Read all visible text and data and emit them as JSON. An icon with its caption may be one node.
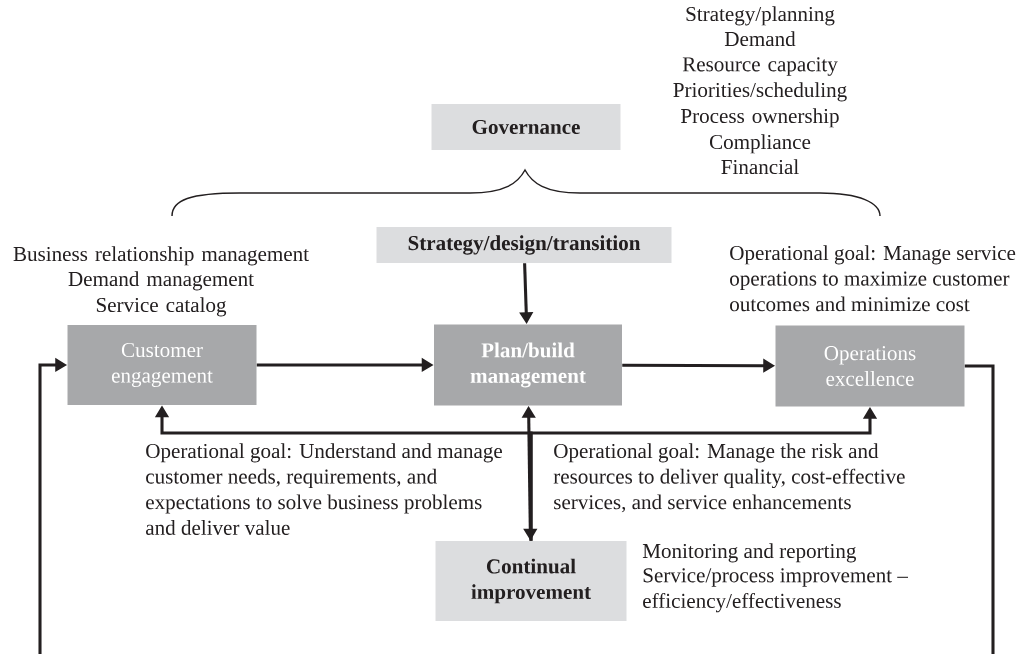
{
  "diagram": {
    "nodes": [
      {
        "text": [
          "Governance"
        ],
        "beside": [
          "Strategy/planning",
          "Demand",
          "Resource capacity",
          "Priorities/scheduling",
          "Process ownership",
          "Compliance",
          "Financial"
        ]
      },
      {
        "text": [
          "Strategy/design/transition"
        ]
      },
      {
        "text": [
          "Customer engagement"
        ],
        "beside": [
          "Business relationship management",
          "Demand management",
          "Service catalog"
        ]
      },
      {
        "text": [
          "Plan/build management"
        ]
      },
      {
        "text": [
          "Operations excellence"
        ]
      },
      {
        "text": [
          "Continual improvement"
        ],
        "beside": [
          "Monitoring and reporting",
          "Service/process improvement – efficiency/effectiveness"
        ]
      }
    ],
    "edges": [
      {
        "from": 1,
        "to": 3,
        "arrow": "to"
      },
      {
        "from": 2,
        "to": 3,
        "arrow": "to"
      },
      {
        "from": 3,
        "to": 4,
        "arrow": "to"
      },
      {
        "from": 4,
        "to": 2,
        "arrow": "to"
      },
      {
        "from": 3,
        "to": 5,
        "arrow": "both"
      },
      {
        "from": 5,
        "to": 2,
        "arrow": "to"
      },
      {
        "from": 5,
        "to": 4,
        "arrow": "to"
      }
    ],
    "labels": [
      "Operational goal: Manage service operations to maximize customer outcomes and minimize cost",
      "Operational goal: Understand and manage customer needs, requirements, and expectations to solve business problems and deliver value",
      "Operational goal: Manage the risk and resources to deliver quality, cost-effective services, and service enhancements"
    ]
  }
}
